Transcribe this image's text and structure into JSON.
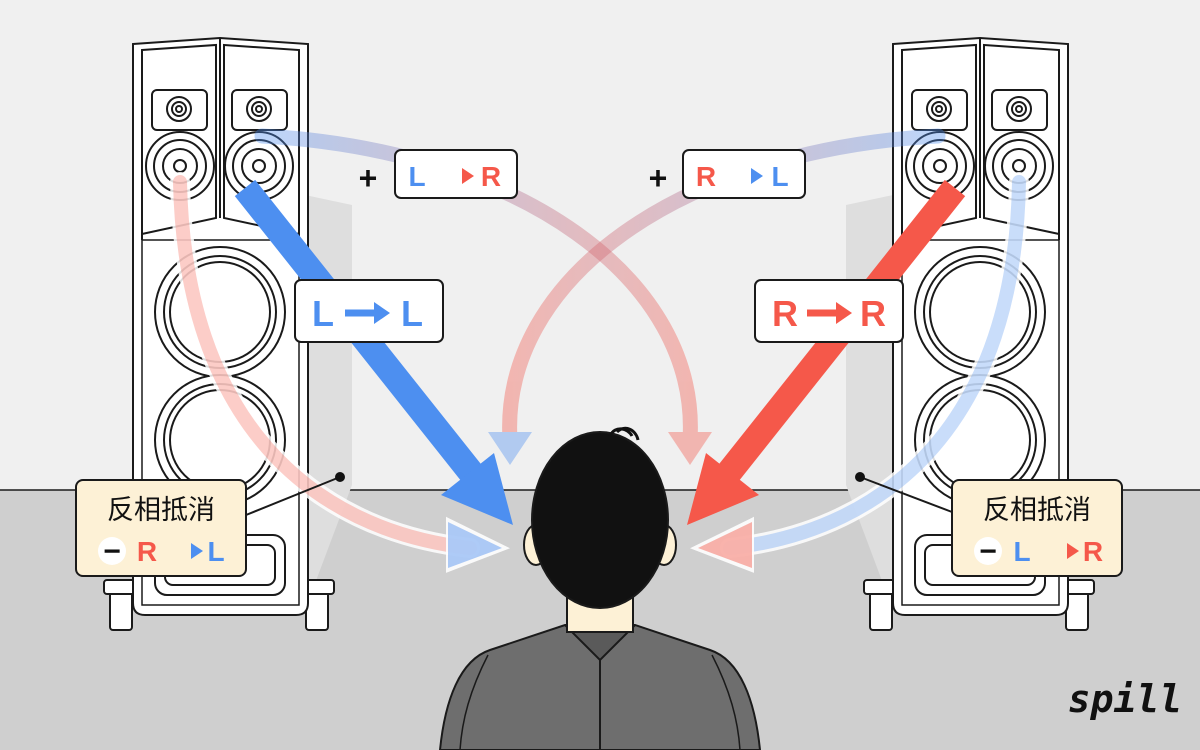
{
  "colors": {
    "left_channel": "#4d8ff0",
    "right_channel": "#f5584a",
    "wall": "#f0f0f0",
    "floor": "#cfcfcf",
    "cancel_box": "#fdf1d6",
    "outline": "#1a1a1a",
    "jacket": "#6e6e6e"
  },
  "labels": {
    "plus_sign": "+",
    "minus_sign": "−",
    "left": "L",
    "right": "R",
    "cancel_text": "反相抵消"
  },
  "logo": {
    "text": "spill"
  }
}
